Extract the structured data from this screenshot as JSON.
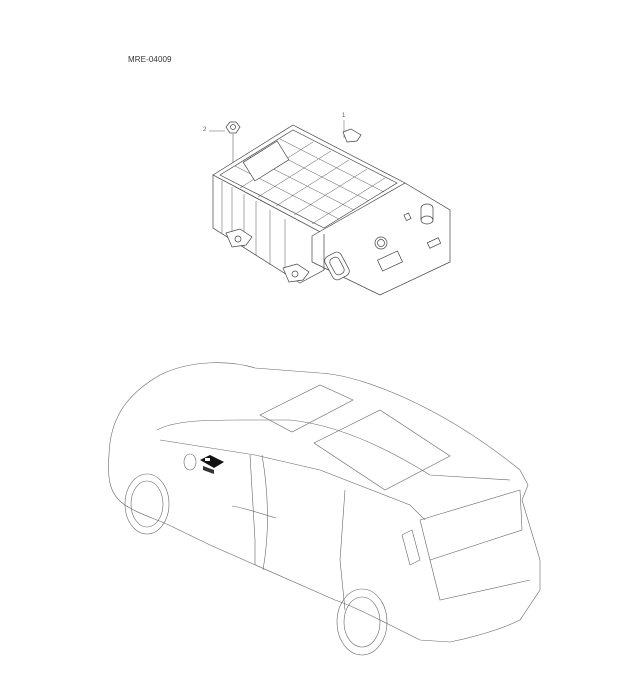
{
  "diagram": {
    "code": "MRE-04009",
    "callouts": [
      {
        "number": "1",
        "part": "control-module"
      },
      {
        "number": "2",
        "part": "flange-nut"
      }
    ],
    "views": [
      {
        "name": "exploded-component-view",
        "description": "Electronic control module with mounting bracket and nut"
      },
      {
        "name": "vehicle-location-view",
        "description": "MPV vehicle outline with module location highlighted at front left door area"
      }
    ]
  }
}
